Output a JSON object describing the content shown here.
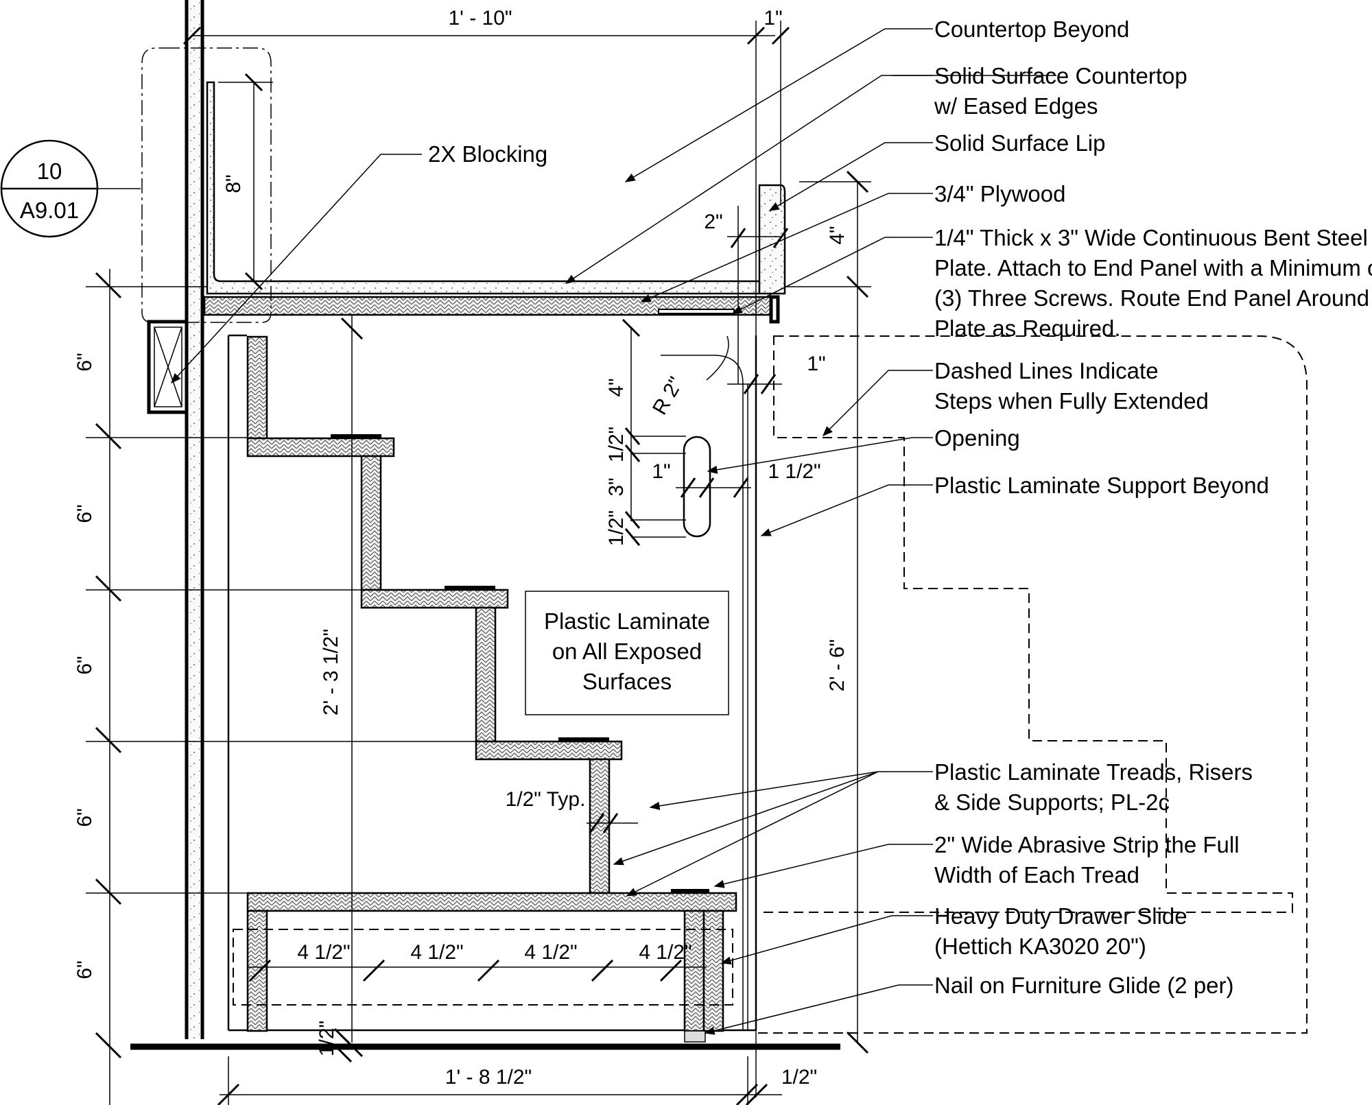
{
  "detail_tag": {
    "number": "10",
    "sheet": "A9.01"
  },
  "callouts": {
    "countertop_beyond": "Countertop Beyond",
    "solid_surface_countertop_1": "Solid Surface Countertop",
    "solid_surface_countertop_2": "w/ Eased Edges",
    "solid_surface_lip": "Solid Surface Lip",
    "plywood": "3/4\" Plywood",
    "steel_plate_1": "1/4\" Thick x 3\" Wide Continuous Bent Steel",
    "steel_plate_2": "Plate. Attach to End Panel with a Minimum of",
    "steel_plate_3": "(3) Three Screws. Route End Panel Around",
    "steel_plate_4": "Plate as Required.",
    "dashed_lines_1": "Dashed Lines Indicate",
    "dashed_lines_2": "Steps when Fully Extended",
    "opening": "Opening",
    "pl_support_beyond": "Plastic Laminate Support Beyond",
    "pl_treads_1": "Plastic Laminate Treads, Risers",
    "pl_treads_2": "& Side Supports; PL-2c",
    "abrasive_1": "2\" Wide Abrasive Strip the Full",
    "abrasive_2": "Width of Each Tread",
    "drawer_slide_1": "Heavy Duty Drawer Slide",
    "drawer_slide_2": "(Hettich KA3020 20\")",
    "glide": "Nail on Furniture Glide (2 per)",
    "blocking": "2X  Blocking"
  },
  "note_box": {
    "line1": "Plastic Laminate",
    "line2": "on All Exposed",
    "line3": "Surfaces"
  },
  "dimensions": {
    "top_width": "1' - 10\"",
    "top_small": "1\"",
    "backsplash": "8\"",
    "lip_width": "2\"",
    "lip_height": "4\"",
    "radius": "R 2\"",
    "radius_drop": "4\"",
    "side_gap": "1\"",
    "opening_half_top": "1/2\"",
    "opening_height": "3\"",
    "opening_half_bottom": "1/2\"",
    "opening_width": "1\"",
    "opening_offset": "1 1/2\"",
    "riser_1": "6\"",
    "riser_2": "6\"",
    "riser_3": "6\"",
    "riser_4": "6\"",
    "riser_5": "6\"",
    "interior_height": "2' - 3 1/2\"",
    "overall_height": "2' - 6\"",
    "thickness_typ": "1/2\" Typ.",
    "tread_1": "4 1/2\"",
    "tread_2": "4 1/2\"",
    "tread_3": "4 1/2\"",
    "tread_4": "4 1/2\"",
    "floor_gap": "1/2\"",
    "bottom_width": "1' - 8 1/2\"",
    "bottom_small": "1/2\""
  }
}
